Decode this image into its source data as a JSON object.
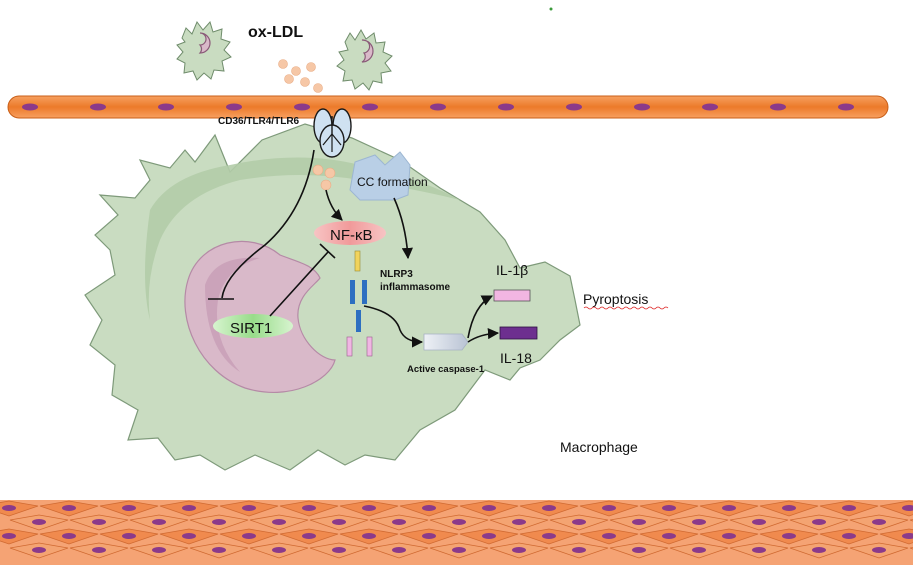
{
  "labels": {
    "oxldl": "ox-LDL",
    "receptor": "CD36/TLR4/TLR6",
    "cc_formation": "CC formation",
    "nfkb": "NF-κB",
    "nlrp3_line1": "NLRP3",
    "nlrp3_line2": "inflammasome",
    "sirt1": "SIRT1",
    "caspase": "Active caspase-1",
    "il1b": "IL-1β",
    "il18": "IL-18",
    "pyroptosis": "Pyroptosis",
    "macrophage": "Macrophage"
  },
  "colors": {
    "cell_fill": "#c9dcc1",
    "cell_stroke": "#7e9a7a",
    "endothelium": "#f08a3c",
    "nucleus_dot": "#8b3a8a",
    "nucleus": "#d9b9c9",
    "nfkb": "#f4a9a9",
    "sirt1": "#a9e3a0",
    "cc": "#b9cfe6",
    "il1b": "#f2b6e2",
    "il18": "#6d2f8f",
    "caspase": "#d7dde8",
    "ldl_particle": "#f6c7a6"
  },
  "icons": {
    "receptor": "membrane-receptor-icon",
    "monocyte": "monocyte-cell-icon"
  }
}
